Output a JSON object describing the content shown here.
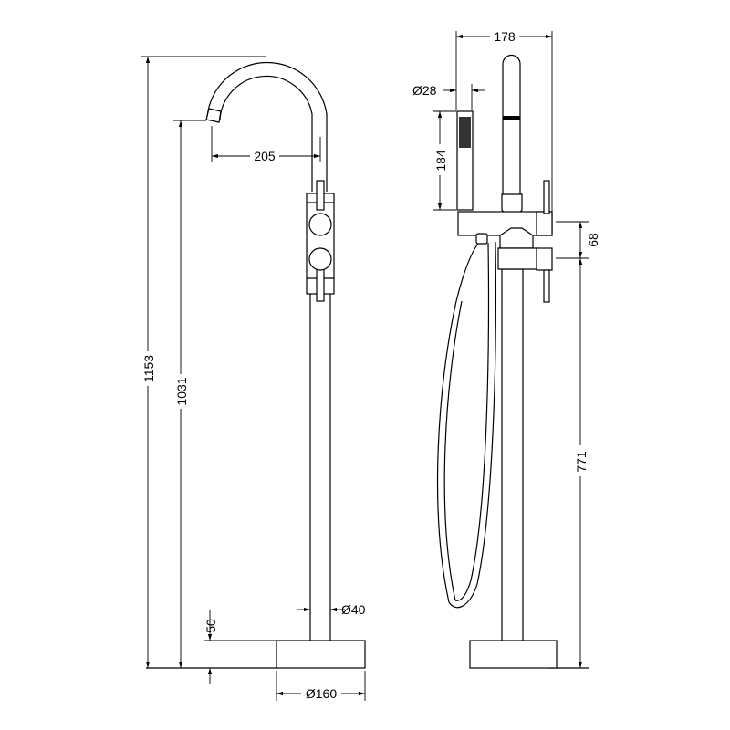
{
  "drawing": {
    "front_view": {
      "dimensions": {
        "total_height": "1153",
        "spout_height": "1031",
        "spout_reach": "205",
        "base_height": "50",
        "stem_diameter": "Ø40",
        "base_diameter": "Ø160"
      }
    },
    "side_view": {
      "dimensions": {
        "overall_width": "178",
        "handshower_diameter": "Ø28",
        "handshower_length": "184",
        "handle_spacing": "68",
        "lower_handle_height": "771"
      }
    },
    "line_color": "#000000"
  }
}
